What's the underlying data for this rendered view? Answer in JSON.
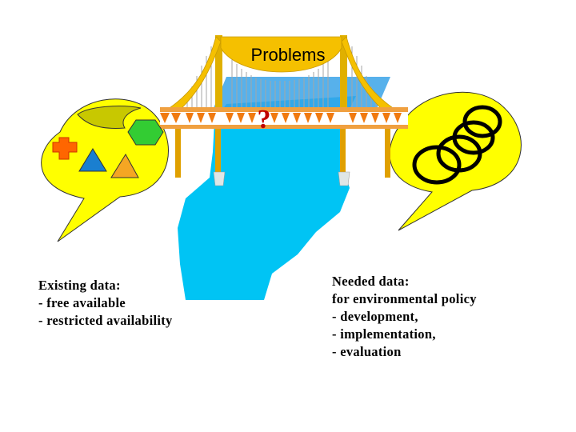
{
  "diagram": {
    "title": "Problems",
    "question_mark": "?",
    "left_label": [
      "Existing data:",
      "- free available",
      "- restricted availability"
    ],
    "right_label": [
      "Needed data:",
      "for environmental policy",
      "- development,",
      "- implementation,",
      "- evaluation"
    ]
  },
  "colors": {
    "bubble_fill": "#ffff00",
    "bridge_gold": "#f5c000",
    "river": "#00c4f4",
    "question_mark": "#c00000",
    "cross": "#ff6600",
    "hexagon": "#33cc33",
    "triangle_blue": "#1a7fd0",
    "triangle_orange": "#f5a623",
    "crescent": "#c8c800"
  },
  "icons": [
    "cross-icon",
    "hexagon-icon",
    "triangle-icon",
    "crescent-icon",
    "chain-rings-icon"
  ]
}
